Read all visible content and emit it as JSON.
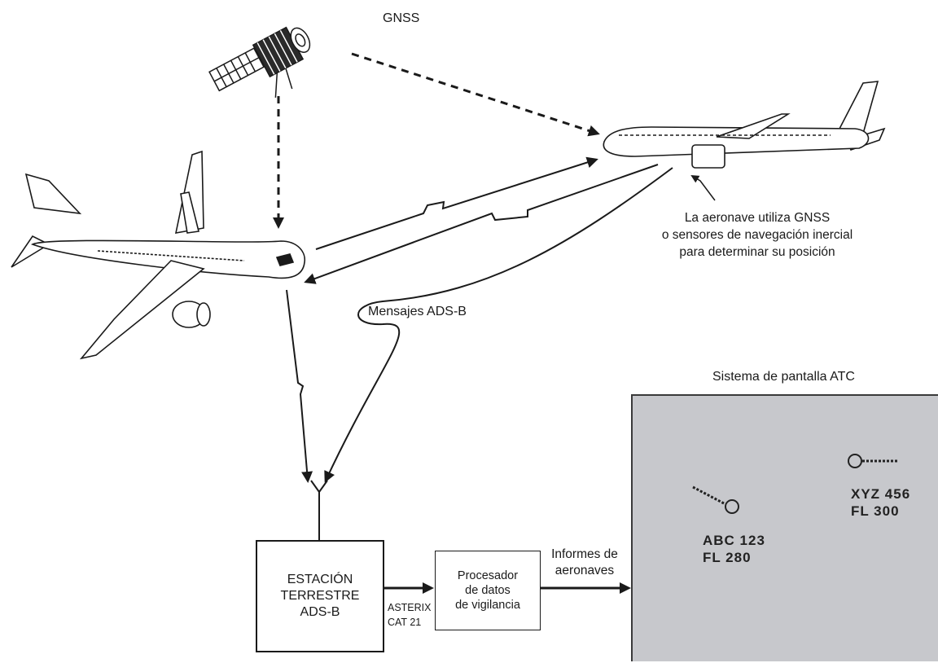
{
  "labels": {
    "gnss": "GNSS",
    "aircraft_note": [
      "La aeronave utiliza GNSS",
      "o sensores de navegación inercial",
      "para determinar su posición"
    ],
    "adsb_messages": "Mensajes ADS-B",
    "atc_display_title": "Sistema de pantalla ATC",
    "ground_station": [
      "ESTACIÓN",
      "TERRESTRE",
      "ADS-B"
    ],
    "processor": [
      "Procesador",
      "de datos",
      "de vigilancia"
    ],
    "asterix": [
      "ASTERIX",
      "CAT 21"
    ],
    "aircraft_reports": [
      "Informes de",
      "aeronaves"
    ]
  },
  "atc_targets": [
    {
      "callsign": "ABC 123",
      "flight_level": "FL 280"
    },
    {
      "callsign": "XYZ 456",
      "flight_level": "FL 300"
    }
  ]
}
